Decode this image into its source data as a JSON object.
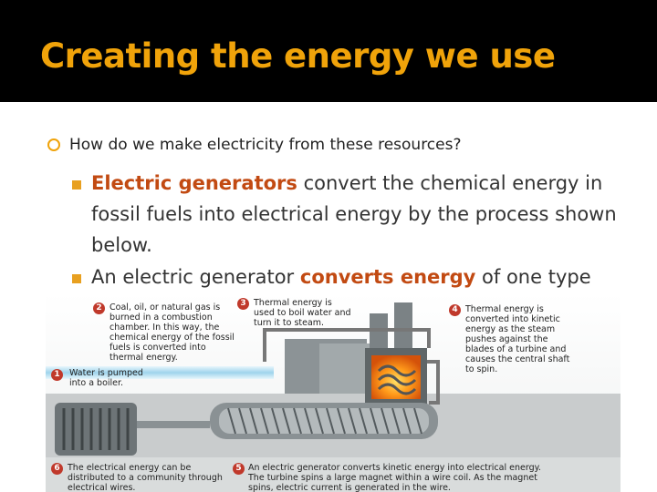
{
  "slide": {
    "title": "Creating the energy we use",
    "bullet1": "How do we make electricity from these resources?",
    "sub1": {
      "keyword": "Electric generators",
      "rest": " convert the chemical energy in fossil fuels into electrical energy by the process shown below."
    },
    "sub2": {
      "prefix": "An electric generator ",
      "keyword": "converts energy",
      "rest": " of one type"
    }
  },
  "diagram": {
    "steps": [
      {
        "num": "1",
        "text": "Water is pumped into a boiler."
      },
      {
        "num": "2",
        "text": "Coal, oil, or natural gas is burned in a combustion chamber. In this way, the chemical energy of the fossil fuels is converted into thermal energy."
      },
      {
        "num": "3",
        "text": "Thermal energy is used to boil water and turn it to steam."
      },
      {
        "num": "4",
        "text": "Thermal energy is converted into kinetic energy as the steam pushes against the blades of a turbine and causes the central shaft to spin."
      },
      {
        "num": "5",
        "text": "An electric generator converts kinetic energy into electrical energy. The turbine spins a large magnet within a wire coil. As the magnet spins, electric current is generated in the wire."
      },
      {
        "num": "6",
        "text": "The electrical energy can be distributed to a community through electrical wires."
      }
    ]
  },
  "colors": {
    "title": "#f0a30a",
    "keyword": "#c24a12",
    "bullet": "#e8a020",
    "step_badge": "#c0392b"
  }
}
